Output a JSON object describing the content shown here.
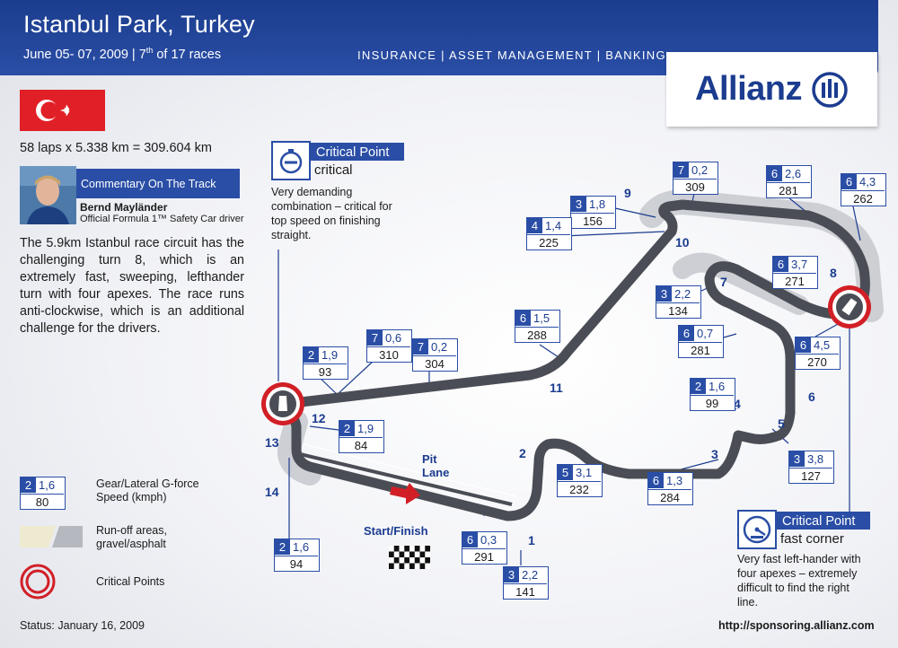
{
  "header": {
    "title": "Istanbul Park, Turkey",
    "date_text": "June 05- 07, 2009   |   7",
    "race_suffix": "th",
    "race_tail": " of 17 races",
    "tagline": "INSURANCE | ASSET MANAGEMENT | BANKING"
  },
  "brand": {
    "name": "Allianz",
    "color": "#1b3c8f"
  },
  "circuit": {
    "laps_text": "58 laps x 5.338 km = 309.604 km"
  },
  "commentary": {
    "heading": "Commentary On The Track",
    "name": "Bernd Mayländer",
    "role": "Official Formula 1™ Safety Car driver",
    "text": "The 5.9km Istanbul race circuit has the challenging turn 8, which is an extremely fast, sweeping, lefthander turn with four apexes. The race runs anti-clockwise, which is an additional challenge for the drivers."
  },
  "critical_points": [
    {
      "title": "Critical Point",
      "subtitle": "critical",
      "description_lines": [
        "Very demanding",
        "combination – critical for",
        "top speed on finishing",
        "straight."
      ],
      "icon": "stopwatch-icon"
    },
    {
      "title": "Critical Point",
      "subtitle": "fast corner",
      "description_lines": [
        "Very fast left-hander with",
        "four apexes – extremely",
        "difficult to find the right",
        "line."
      ],
      "icon": "speedometer-icon"
    }
  ],
  "track_labels": [
    {
      "gear": "7",
      "g": "0,2",
      "speed": "309"
    },
    {
      "gear": "6",
      "g": "2,6",
      "speed": "281"
    },
    {
      "gear": "6",
      "g": "4,3",
      "speed": "262"
    },
    {
      "gear": "3",
      "g": "1,8",
      "speed": "156"
    },
    {
      "gear": "4",
      "g": "1,4",
      "speed": "225"
    },
    {
      "gear": "6",
      "g": "3,7",
      "speed": "271"
    },
    {
      "gear": "3",
      "g": "2,2",
      "speed": "134"
    },
    {
      "gear": "6",
      "g": "0,7",
      "speed": "281"
    },
    {
      "gear": "6",
      "g": "1,5",
      "speed": "288"
    },
    {
      "gear": "6",
      "g": "4,5",
      "speed": "270"
    },
    {
      "gear": "7",
      "g": "0,6",
      "speed": "310"
    },
    {
      "gear": "7",
      "g": "0,2",
      "speed": "304"
    },
    {
      "gear": "2",
      "g": "1,9",
      "speed": "93"
    },
    {
      "gear": "2",
      "g": "1,6",
      "speed": "99"
    },
    {
      "gear": "2",
      "g": "1,9",
      "speed": "84"
    },
    {
      "gear": "3",
      "g": "3,8",
      "speed": "127"
    },
    {
      "gear": "5",
      "g": "3,1",
      "speed": "232"
    },
    {
      "gear": "6",
      "g": "1,3",
      "speed": "284"
    },
    {
      "gear": "6",
      "g": "0,3",
      "speed": "291"
    },
    {
      "gear": "2",
      "g": "1,6",
      "speed": "94"
    },
    {
      "gear": "3",
      "g": "2,2",
      "speed": "141"
    }
  ],
  "turn_numbers": [
    "1",
    "2",
    "3",
    "4",
    "5",
    "6",
    "7",
    "8",
    "9",
    "10",
    "11",
    "12",
    "13",
    "14"
  ],
  "track_text": {
    "pit_lane_1": "Pit",
    "pit_lane_2": "Lane",
    "start_finish": "Start/Finish"
  },
  "legend": {
    "sample": {
      "gear": "2",
      "g": "1,6",
      "speed": "80"
    },
    "gear_text_1": "Gear/Lateral G-force",
    "gear_text_2": "Speed (kmph)",
    "runoff_text_1": "Run-off areas,",
    "runoff_text_2": "gravel/asphalt",
    "critical_text": "Critical Points"
  },
  "footer": {
    "status": "Status: January 16, 2009",
    "url": "http://sponsoring.allianz.com"
  },
  "colors": {
    "header": "#2a4ea6",
    "track": "#4a4d55",
    "runoff": "#c9cbd0",
    "critical": "#d21f26",
    "flag": "#e11f26"
  }
}
